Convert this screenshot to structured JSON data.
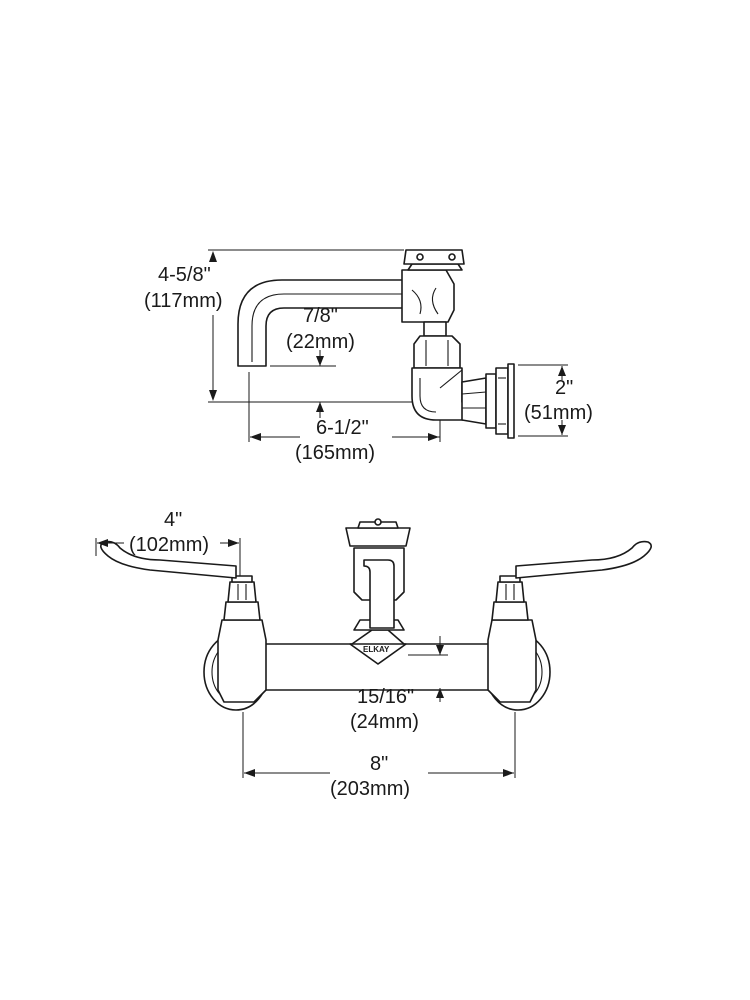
{
  "side_view": {
    "height": {
      "imperial": "4-5/8\"",
      "metric": "(117mm)"
    },
    "spout_tip": {
      "imperial": "7/8\"",
      "metric": "(22mm)"
    },
    "reach": {
      "imperial": "6-1/2\"",
      "metric": "(165mm)"
    },
    "flange": {
      "imperial": "2\"",
      "metric": "(51mm)"
    }
  },
  "front_view": {
    "handle": {
      "imperial": "4\"",
      "metric": "(102mm)"
    },
    "body_height": {
      "imperial": "15/16\"",
      "metric": "(24mm)"
    },
    "centers": {
      "imperial": "8\"",
      "metric": "(203mm)"
    },
    "brand": "ELKAY"
  }
}
